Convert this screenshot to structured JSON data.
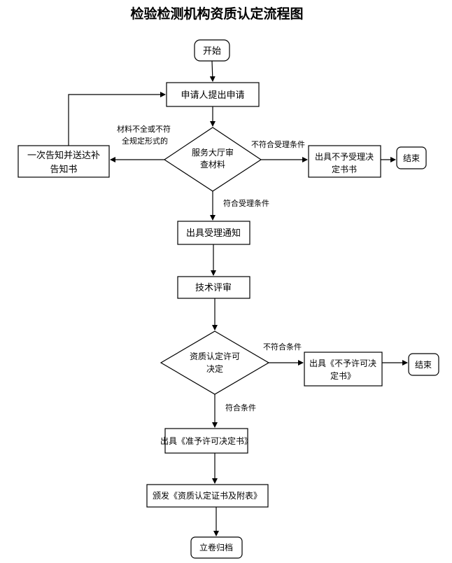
{
  "title": "检验检测机构资质认定流程图",
  "nodes": {
    "start": "开始",
    "apply": "申请人提出申请",
    "review": [
      "服务大厅审",
      "查材料"
    ],
    "notify_supplement": [
      "一次告知并送达补",
      "告知书"
    ],
    "issue_reject_accept": [
      "出具不予受理决",
      "定书书"
    ],
    "end1": "结束",
    "issue_accept": "出具受理通知",
    "tech_review": "技术评审",
    "decision": [
      "资质认定许可",
      "决定"
    ],
    "issue_no_permit": [
      "出具《不予许可决",
      "定书》"
    ],
    "end2": "结束",
    "issue_permit": "出具《准予许可决定书》",
    "issue_certificate": "颁发《资质认定证书及附表》",
    "archive": "立卷归档"
  },
  "labels": {
    "material_incomplete": [
      "材料不全或不符",
      "全规定形式的"
    ],
    "not_meet_accept": "不符合受理条件",
    "meet_accept": "符合受理条件",
    "not_meet": "不符合条件",
    "meet": "符合条件"
  }
}
